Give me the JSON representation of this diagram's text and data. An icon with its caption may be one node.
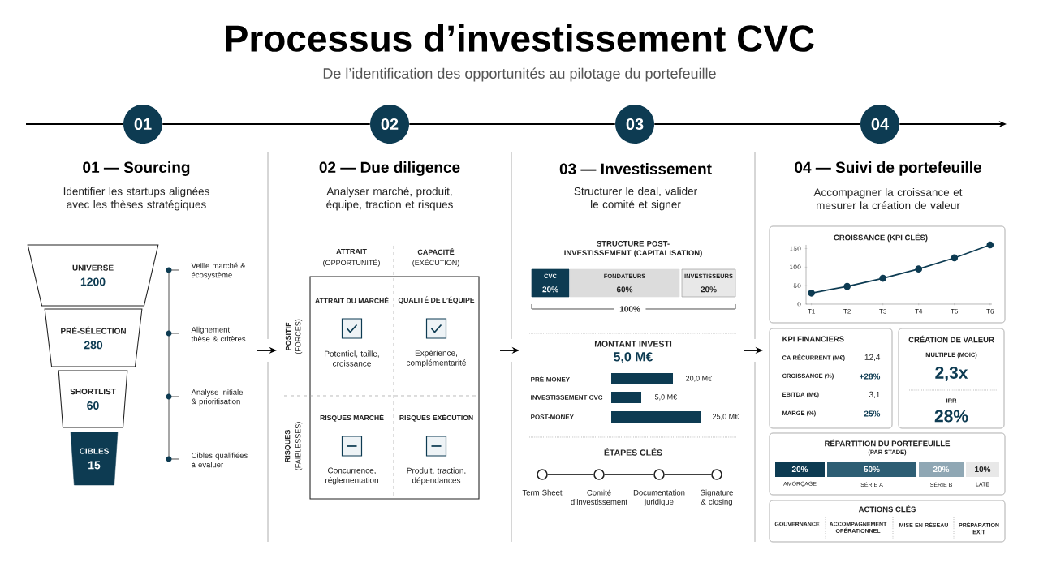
{
  "diagram": {
    "title": "Processus d’investissement CVC",
    "nodes": [
      {
        "text": [
          "01"
        ]
      },
      {
        "text": [
          "02"
        ]
      },
      {
        "text": [
          "03"
        ]
      },
      {
        "text": [
          "04"
        ]
      },
      {
        "text": [
          "UNIVERSE",
          "1200"
        ]
      },
      {
        "text": [
          "PRÉ-SÉLECTION",
          "280"
        ]
      },
      {
        "text": [
          "SHORTLIST",
          "60"
        ]
      },
      {
        "text": [
          "CIBLES",
          "15"
        ]
      },
      {
        "text": [
          "ATTRAIT DU MARCHÉ",
          "Potentiel, taille, croissance"
        ]
      },
      {
        "text": [
          "QUALITÉ DE L’ÉQUIPE",
          "Expérience, complémentarité"
        ]
      },
      {
        "text": [
          "RISQUES MARCHÉ",
          "Concurrence, réglementation"
        ]
      },
      {
        "text": [
          "RISQUES EXÉCUTION",
          "Produit, traction, dépendances"
        ]
      },
      {
        "text": [
          "CVC",
          "20%"
        ]
      },
      {
        "text": [
          "FONDATEURS",
          "60%"
        ]
      },
      {
        "text": [
          "INVESTISSEURS",
          "20%"
        ]
      },
      {
        "text": [],
        "shape": "circle",
        "beside": [
          "Term Sheet"
        ]
      },
      {
        "text": [],
        "shape": "circle",
        "beside": [
          "Comité d’investissement"
        ]
      },
      {
        "text": [],
        "shape": "circle",
        "beside": [
          "Documentation juridique"
        ]
      },
      {
        "text": [],
        "shape": "circle",
        "beside": [
          "Signature & closing"
        ]
      },
      {
        "text": [
          "CROISSANCE (KPI CLÉS)"
        ]
      },
      {
        "text": [
          "KPI FINANCIERS"
        ]
      },
      {
        "text": [
          "CRÉATION DE VALEUR",
          "MULTIPLE (MOIC)",
          "2,3x",
          "IRR",
          "28%"
        ]
      },
      {
        "text": [
          "RÉPARTITION DU PORTEFEUILLE",
          "(PAR STADE)"
        ]
      },
      {
        "text": [
          "20%"
        ],
        "beside": [
          "AMORÇAGE"
        ],
        "in": 22
      },
      {
        "text": [
          "50%"
        ],
        "beside": [
          "SÉRIE A"
        ],
        "in": 22
      },
      {
        "text": [
          "20%"
        ],
        "beside": [
          "SÉRIE B"
        ],
        "in": 22
      },
      {
        "text": [
          "10%"
        ],
        "beside": [
          "LATE"
        ],
        "in": 22
      },
      {
        "text": [
          "ACTIONS CLÉS",
          "GOUVERNANCE",
          "ACCOMPAGNEMENT OPÉRATIONNEL",
          "MISE EN RÉSEAU",
          "PRÉPARATION EXIT"
        ]
      }
    ],
    "edges": [
      {
        "from": null,
        "to": 0,
        "arrow": "none"
      },
      {
        "from": 0,
        "to": 1,
        "arrow": "none"
      },
      {
        "from": 1,
        "to": 2,
        "arrow": "none"
      },
      {
        "from": 2,
        "to": 3,
        "arrow": "none"
      },
      {
        "from": 3,
        "to": null,
        "arrow": "to"
      },
      {
        "from": 15,
        "to": 16,
        "arrow": "none"
      },
      {
        "from": 16,
        "to": 17,
        "arrow": "none"
      },
      {
        "from": 17,
        "to": 18,
        "arrow": "none"
      }
    ],
    "labels": [
      "De l’identification des opportunités au pilotage du portefeuille",
      "01 — Sourcing",
      "Identifier les startups alignées avec les thèses stratégiques",
      "02 — Due diligence",
      "Analyser marché, produit, équipe, traction et risques",
      "03 — Investissement",
      "Structurer le deal, valider le comité et signer",
      "04 — Suivi de portefeuille",
      "Accompagner la croissance et mesurer la création de valeur",
      "Veille marché & écosystème",
      "Alignement thèse & critères",
      "Analyse initiale & prioritisation",
      "Cibles qualifiées à évaluer",
      "ATTRAIT",
      "(OPPORTUNITÉ)",
      "CAPACITÉ",
      "(EXÉCUTION)",
      "POSITIF",
      "(FORCES)",
      "RISQUES",
      "(FAIBLESSES)",
      "STRUCTURE POST-INVESTISSEMENT (CAPITALISATION)",
      "100%",
      "MONTANT INVESTI",
      "5,0 M€",
      "PRÉ-MONEY",
      "20,0 M€",
      "INVESTISSEMENT CVC",
      "5,0 M€",
      "POST-MONEY",
      "25,0 M€",
      "ÉTAPES CLÉS",
      "CA RÉCURRENT (M€)",
      "12,4",
      "CROISSANCE (%)",
      "+28%",
      "EBITDA (M€)",
      "3,1",
      "MARGE (%)",
      "25%"
    ],
    "chart_data": {
      "type": "line",
      "categories": [
        "T1",
        "T2",
        "T3",
        "T4",
        "T5",
        "T6"
      ],
      "series": [
        {
          "color": "#0d3b52",
          "marker": true,
          "values": [
            30,
            48,
            70,
            95,
            125,
            160
          ]
        }
      ],
      "ylim": [
        0,
        160
      ],
      "yticks": [
        0,
        50,
        100,
        150
      ]
    }
  }
}
